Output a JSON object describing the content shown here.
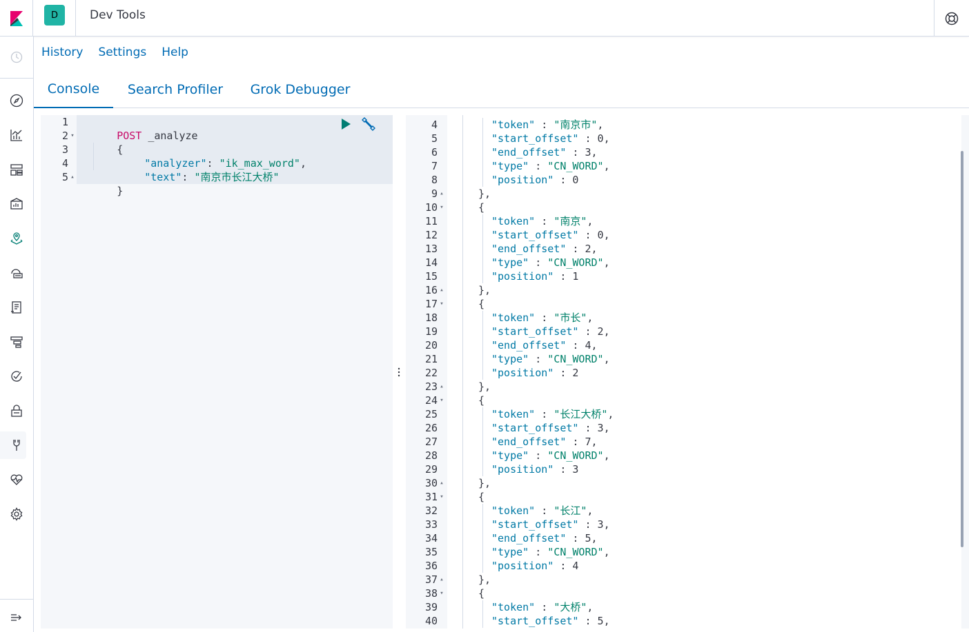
{
  "header": {
    "app_title": "Dev Tools",
    "space_initial": "D",
    "logo_icon": "kibana-logo-icon",
    "help_icon": "help-lifebuoy-icon"
  },
  "sidebar": {
    "items": [
      {
        "name": "recently-viewed",
        "icon": "clock-icon"
      },
      {
        "name": "discover",
        "icon": "compass-icon"
      },
      {
        "name": "visualize",
        "icon": "visualize-icon"
      },
      {
        "name": "dashboard",
        "icon": "dashboard-icon"
      },
      {
        "name": "canvas",
        "icon": "canvas-icon"
      },
      {
        "name": "maps",
        "icon": "maps-icon"
      },
      {
        "name": "infrastructure",
        "icon": "infrastructure-icon"
      },
      {
        "name": "logs",
        "icon": "logs-icon"
      },
      {
        "name": "apm",
        "icon": "apm-icon"
      },
      {
        "name": "uptime",
        "icon": "uptime-icon"
      },
      {
        "name": "security",
        "icon": "lock-icon"
      },
      {
        "name": "dev-tools",
        "icon": "wrench-icon",
        "active": true
      },
      {
        "name": "monitoring",
        "icon": "heartbeat-icon"
      },
      {
        "name": "management",
        "icon": "gear-icon"
      },
      {
        "name": "collapse",
        "icon": "collapse-menu-icon"
      }
    ]
  },
  "topmenu": {
    "history": "History",
    "settings": "Settings",
    "help": "Help"
  },
  "tabs": {
    "console": "Console",
    "search_profiler": "Search Profiler",
    "grok_debugger": "Grok Debugger"
  },
  "editor": {
    "lines": [
      {
        "n": "1",
        "fold": ""
      },
      {
        "n": "2",
        "fold": "▾"
      },
      {
        "n": "3",
        "fold": ""
      },
      {
        "n": "4",
        "fold": ""
      },
      {
        "n": "5",
        "fold": "▴"
      }
    ],
    "method": "POST",
    "url": " _analyze",
    "open_brace": "{",
    "close_brace": "}",
    "key1": "\"analyzer\"",
    "sep1": ": ",
    "val1": "\"ik_max_word\"",
    "comma1": ",",
    "key2": "\"text\"",
    "sep2": ": ",
    "val2": "\"南京市长江大桥\""
  },
  "output": {
    "first_line": 4,
    "rows": [
      {
        "n": "4",
        "fold": "",
        "ind": 1,
        "key": "\"token\"",
        "val": "\"南京市\"",
        "vt": "str",
        "tail": ","
      },
      {
        "n": "5",
        "fold": "",
        "ind": 1,
        "key": "\"start_offset\"",
        "val": "0",
        "vt": "num",
        "tail": ","
      },
      {
        "n": "6",
        "fold": "",
        "ind": 1,
        "key": "\"end_offset\"",
        "val": "3",
        "vt": "num",
        "tail": ","
      },
      {
        "n": "7",
        "fold": "",
        "ind": 1,
        "key": "\"type\"",
        "val": "\"CN_WORD\"",
        "vt": "str",
        "tail": ","
      },
      {
        "n": "8",
        "fold": "",
        "ind": 1,
        "key": "\"position\"",
        "val": "0",
        "vt": "num",
        "tail": ""
      },
      {
        "n": "9",
        "fold": "▴",
        "ind": 0,
        "punc": "},"
      },
      {
        "n": "10",
        "fold": "▾",
        "ind": 0,
        "punc": "{"
      },
      {
        "n": "11",
        "fold": "",
        "ind": 1,
        "key": "\"token\"",
        "val": "\"南京\"",
        "vt": "str",
        "tail": ","
      },
      {
        "n": "12",
        "fold": "",
        "ind": 1,
        "key": "\"start_offset\"",
        "val": "0",
        "vt": "num",
        "tail": ","
      },
      {
        "n": "13",
        "fold": "",
        "ind": 1,
        "key": "\"end_offset\"",
        "val": "2",
        "vt": "num",
        "tail": ","
      },
      {
        "n": "14",
        "fold": "",
        "ind": 1,
        "key": "\"type\"",
        "val": "\"CN_WORD\"",
        "vt": "str",
        "tail": ","
      },
      {
        "n": "15",
        "fold": "",
        "ind": 1,
        "key": "\"position\"",
        "val": "1",
        "vt": "num",
        "tail": ""
      },
      {
        "n": "16",
        "fold": "▴",
        "ind": 0,
        "punc": "},"
      },
      {
        "n": "17",
        "fold": "▾",
        "ind": 0,
        "punc": "{"
      },
      {
        "n": "18",
        "fold": "",
        "ind": 1,
        "key": "\"token\"",
        "val": "\"市长\"",
        "vt": "str",
        "tail": ","
      },
      {
        "n": "19",
        "fold": "",
        "ind": 1,
        "key": "\"start_offset\"",
        "val": "2",
        "vt": "num",
        "tail": ","
      },
      {
        "n": "20",
        "fold": "",
        "ind": 1,
        "key": "\"end_offset\"",
        "val": "4",
        "vt": "num",
        "tail": ","
      },
      {
        "n": "21",
        "fold": "",
        "ind": 1,
        "key": "\"type\"",
        "val": "\"CN_WORD\"",
        "vt": "str",
        "tail": ","
      },
      {
        "n": "22",
        "fold": "",
        "ind": 1,
        "key": "\"position\"",
        "val": "2",
        "vt": "num",
        "tail": ""
      },
      {
        "n": "23",
        "fold": "▴",
        "ind": 0,
        "punc": "},"
      },
      {
        "n": "24",
        "fold": "▾",
        "ind": 0,
        "punc": "{"
      },
      {
        "n": "25",
        "fold": "",
        "ind": 1,
        "key": "\"token\"",
        "val": "\"长江大桥\"",
        "vt": "str",
        "tail": ","
      },
      {
        "n": "26",
        "fold": "",
        "ind": 1,
        "key": "\"start_offset\"",
        "val": "3",
        "vt": "num",
        "tail": ","
      },
      {
        "n": "27",
        "fold": "",
        "ind": 1,
        "key": "\"end_offset\"",
        "val": "7",
        "vt": "num",
        "tail": ","
      },
      {
        "n": "28",
        "fold": "",
        "ind": 1,
        "key": "\"type\"",
        "val": "\"CN_WORD\"",
        "vt": "str",
        "tail": ","
      },
      {
        "n": "29",
        "fold": "",
        "ind": 1,
        "key": "\"position\"",
        "val": "3",
        "vt": "num",
        "tail": ""
      },
      {
        "n": "30",
        "fold": "▴",
        "ind": 0,
        "punc": "},"
      },
      {
        "n": "31",
        "fold": "▾",
        "ind": 0,
        "punc": "{"
      },
      {
        "n": "32",
        "fold": "",
        "ind": 1,
        "key": "\"token\"",
        "val": "\"长江\"",
        "vt": "str",
        "tail": ","
      },
      {
        "n": "33",
        "fold": "",
        "ind": 1,
        "key": "\"start_offset\"",
        "val": "3",
        "vt": "num",
        "tail": ","
      },
      {
        "n": "34",
        "fold": "",
        "ind": 1,
        "key": "\"end_offset\"",
        "val": "5",
        "vt": "num",
        "tail": ","
      },
      {
        "n": "35",
        "fold": "",
        "ind": 1,
        "key": "\"type\"",
        "val": "\"CN_WORD\"",
        "vt": "str",
        "tail": ","
      },
      {
        "n": "36",
        "fold": "",
        "ind": 1,
        "key": "\"position\"",
        "val": "4",
        "vt": "num",
        "tail": ""
      },
      {
        "n": "37",
        "fold": "▴",
        "ind": 0,
        "punc": "},"
      },
      {
        "n": "38",
        "fold": "▾",
        "ind": 0,
        "punc": "{"
      },
      {
        "n": "39",
        "fold": "",
        "ind": 1,
        "key": "\"token\"",
        "val": "\"大桥\"",
        "vt": "str",
        "tail": ","
      },
      {
        "n": "40",
        "fold": "",
        "ind": 1,
        "key": "\"start_offset\"",
        "val": "5",
        "vt": "num",
        "tail": ","
      }
    ]
  },
  "colors": {
    "accent": "#006bb4",
    "run_button": "#017d73",
    "space_avatar": "#20b4a5",
    "method": "#c80a68",
    "key": "#0079a5",
    "string": "#00816a"
  }
}
